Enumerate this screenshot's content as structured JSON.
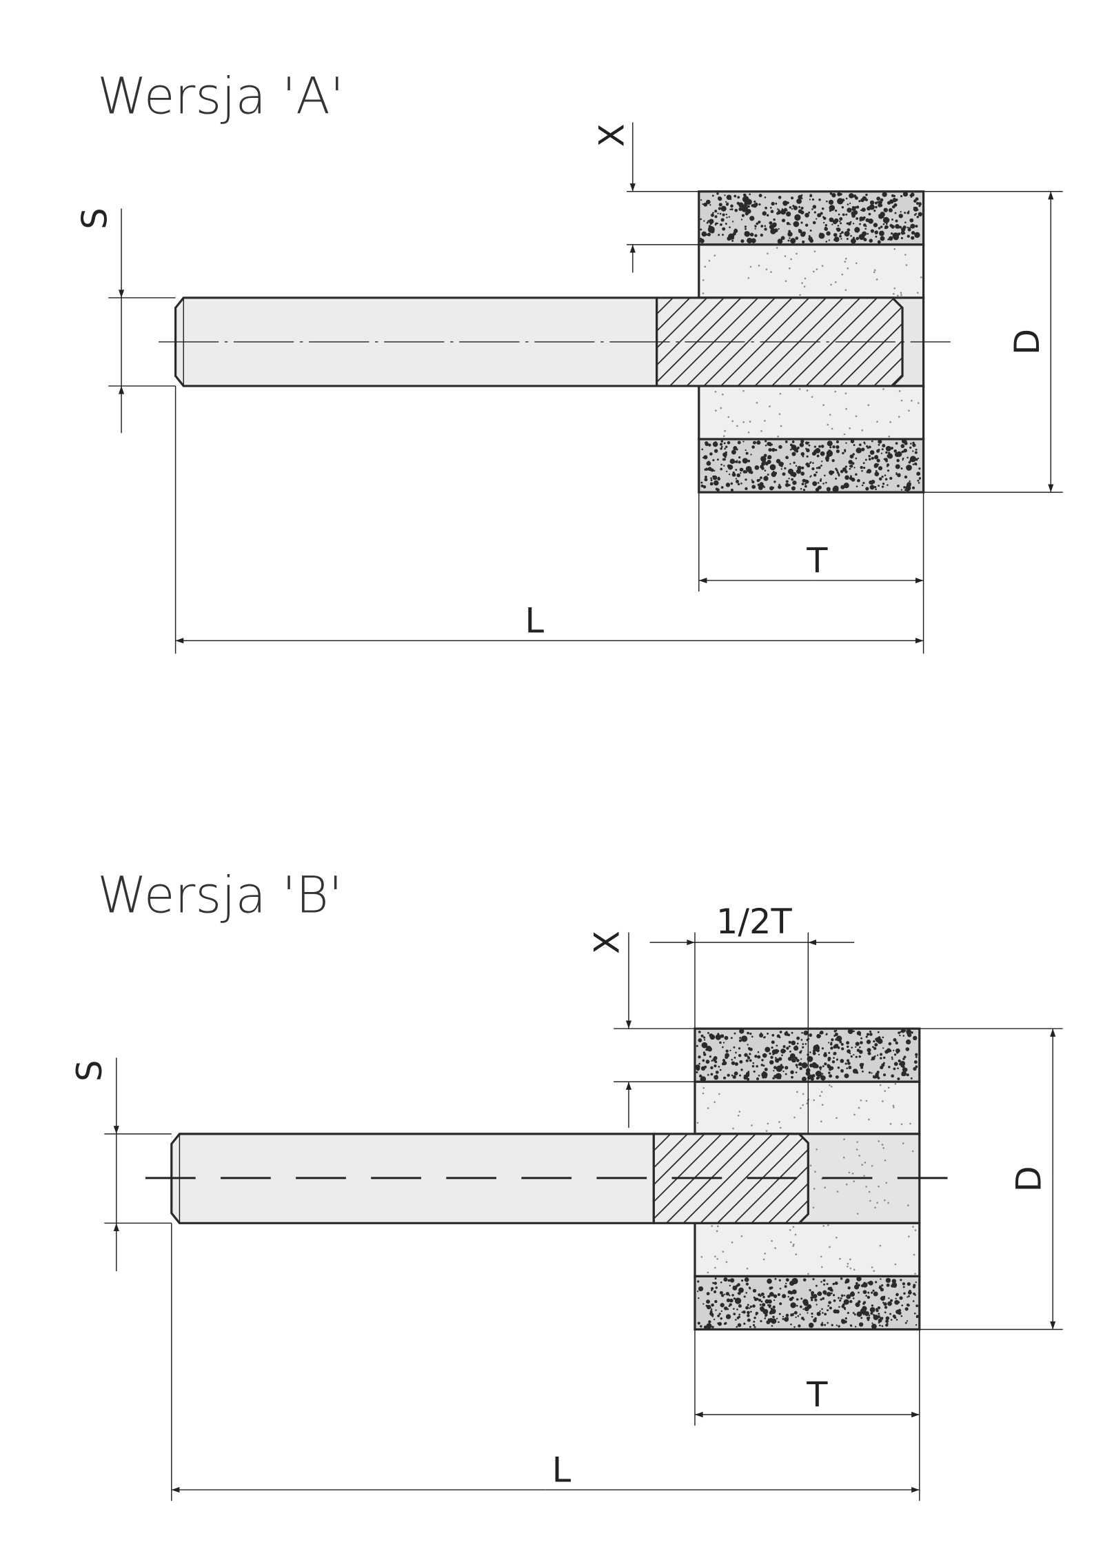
{
  "version_a": {
    "title": "Wersja 'A'",
    "labels": {
      "x": "X",
      "s": "S",
      "d": "D",
      "t": "T",
      "l": "L"
    }
  },
  "version_b": {
    "title": "Wersja 'B'",
    "labels": {
      "x": "X",
      "s": "S",
      "d": "D",
      "t": "T",
      "l": "L",
      "half_t": "1/2T"
    }
  },
  "colors": {
    "dark_band": "#d2d2d2",
    "light_band": "#efefef",
    "shank": "#ececec",
    "line": "#222222"
  }
}
